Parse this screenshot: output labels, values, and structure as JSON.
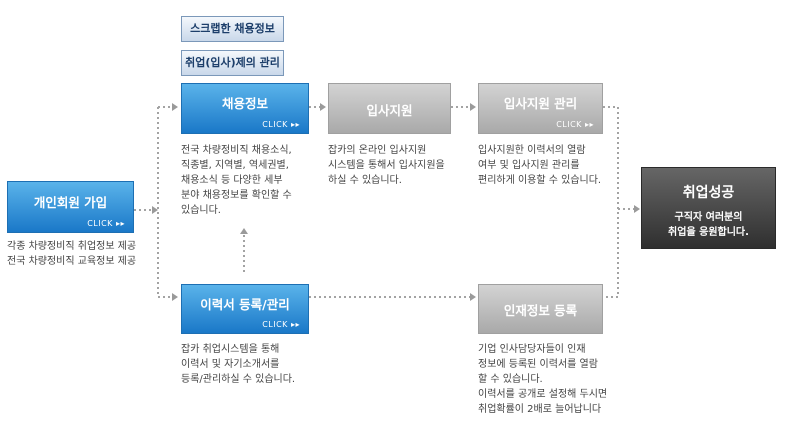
{
  "tags": {
    "scrap": "스크랩한 채용정보",
    "manage": "취업(입사)제의 관리"
  },
  "click_label": "CLICK ▸▸",
  "member": {
    "title": "개인회원 가입",
    "desc": "각종 차량정비직 취업정보 제공\n전국 차량정비직 교육정보 제공"
  },
  "jobinfo": {
    "title": "채용정보",
    "desc": "전국 차량정비직 채용소식,\n직종별, 지역별, 역세권별,\n채용소식 등 다양한 세부\n분야 채용정보를 확인할 수\n있습니다."
  },
  "apply": {
    "title": "입사지원",
    "desc": "잡카의 온라인 입사지원\n시스템을 통해서 입사지원을\n하실 수 있습니다."
  },
  "apply_manage": {
    "title": "입사지원 관리",
    "desc": "입사지원한 이력서의 열람\n여부 및 입사지원 관리를\n편리하게 이용할 수 있습니다."
  },
  "success": {
    "title": "취업성공",
    "sub": "구직자 여러분의\n취업을 응원합니다."
  },
  "resume": {
    "title": "이력서 등록/관리",
    "desc": "잡카 취업시스템을 통해\n이력서 및 자기소개서를\n등록/관리하실 수 있습니다."
  },
  "talent": {
    "title": "인재정보 등록",
    "desc": "기업 인사담당자들이 인재\n정보에 등록된 이력서를 열람\n할 수 있습니다.\n이력서를 공개로 설정해 두시면\n취업확률이 2배로 늘어납니다"
  },
  "colors": {
    "blue": "#1a78c8",
    "gray": "#a9a9a9",
    "dark": "#2f2f2f",
    "connector": "#999999"
  }
}
